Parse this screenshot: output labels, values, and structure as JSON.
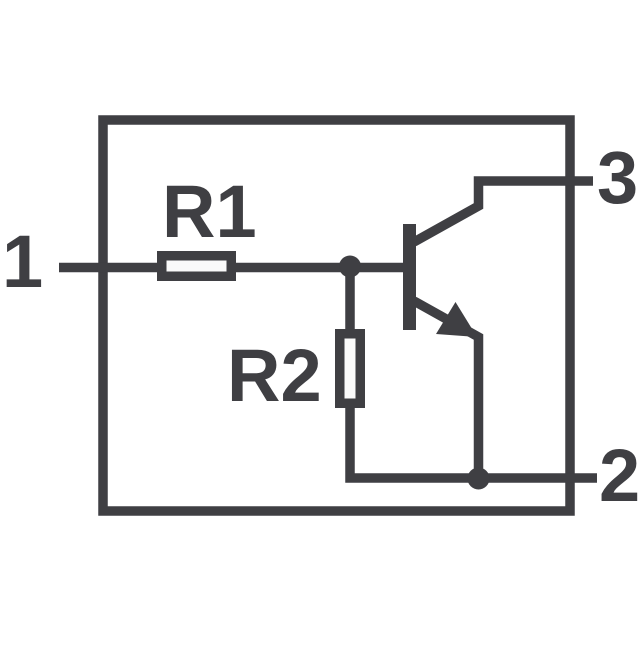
{
  "diagram": {
    "kind": "circuit-schematic",
    "component_labels": {
      "resistor1": "R1",
      "resistor2": "R2"
    },
    "pin_labels": {
      "pin1": "1",
      "pin2": "2",
      "pin3": "3"
    },
    "symbols": {
      "transistor": "npn-transistor",
      "resistors": [
        "resistor-box-r1",
        "resistor-box-r2"
      ],
      "junctions": [
        "base-node-dot",
        "emitter-node-dot"
      ],
      "enclosure": "component-boundary-box"
    },
    "colors": {
      "line": "#3f3f43",
      "background": "#ffffff",
      "resistor_fill": "#fafafa"
    }
  }
}
